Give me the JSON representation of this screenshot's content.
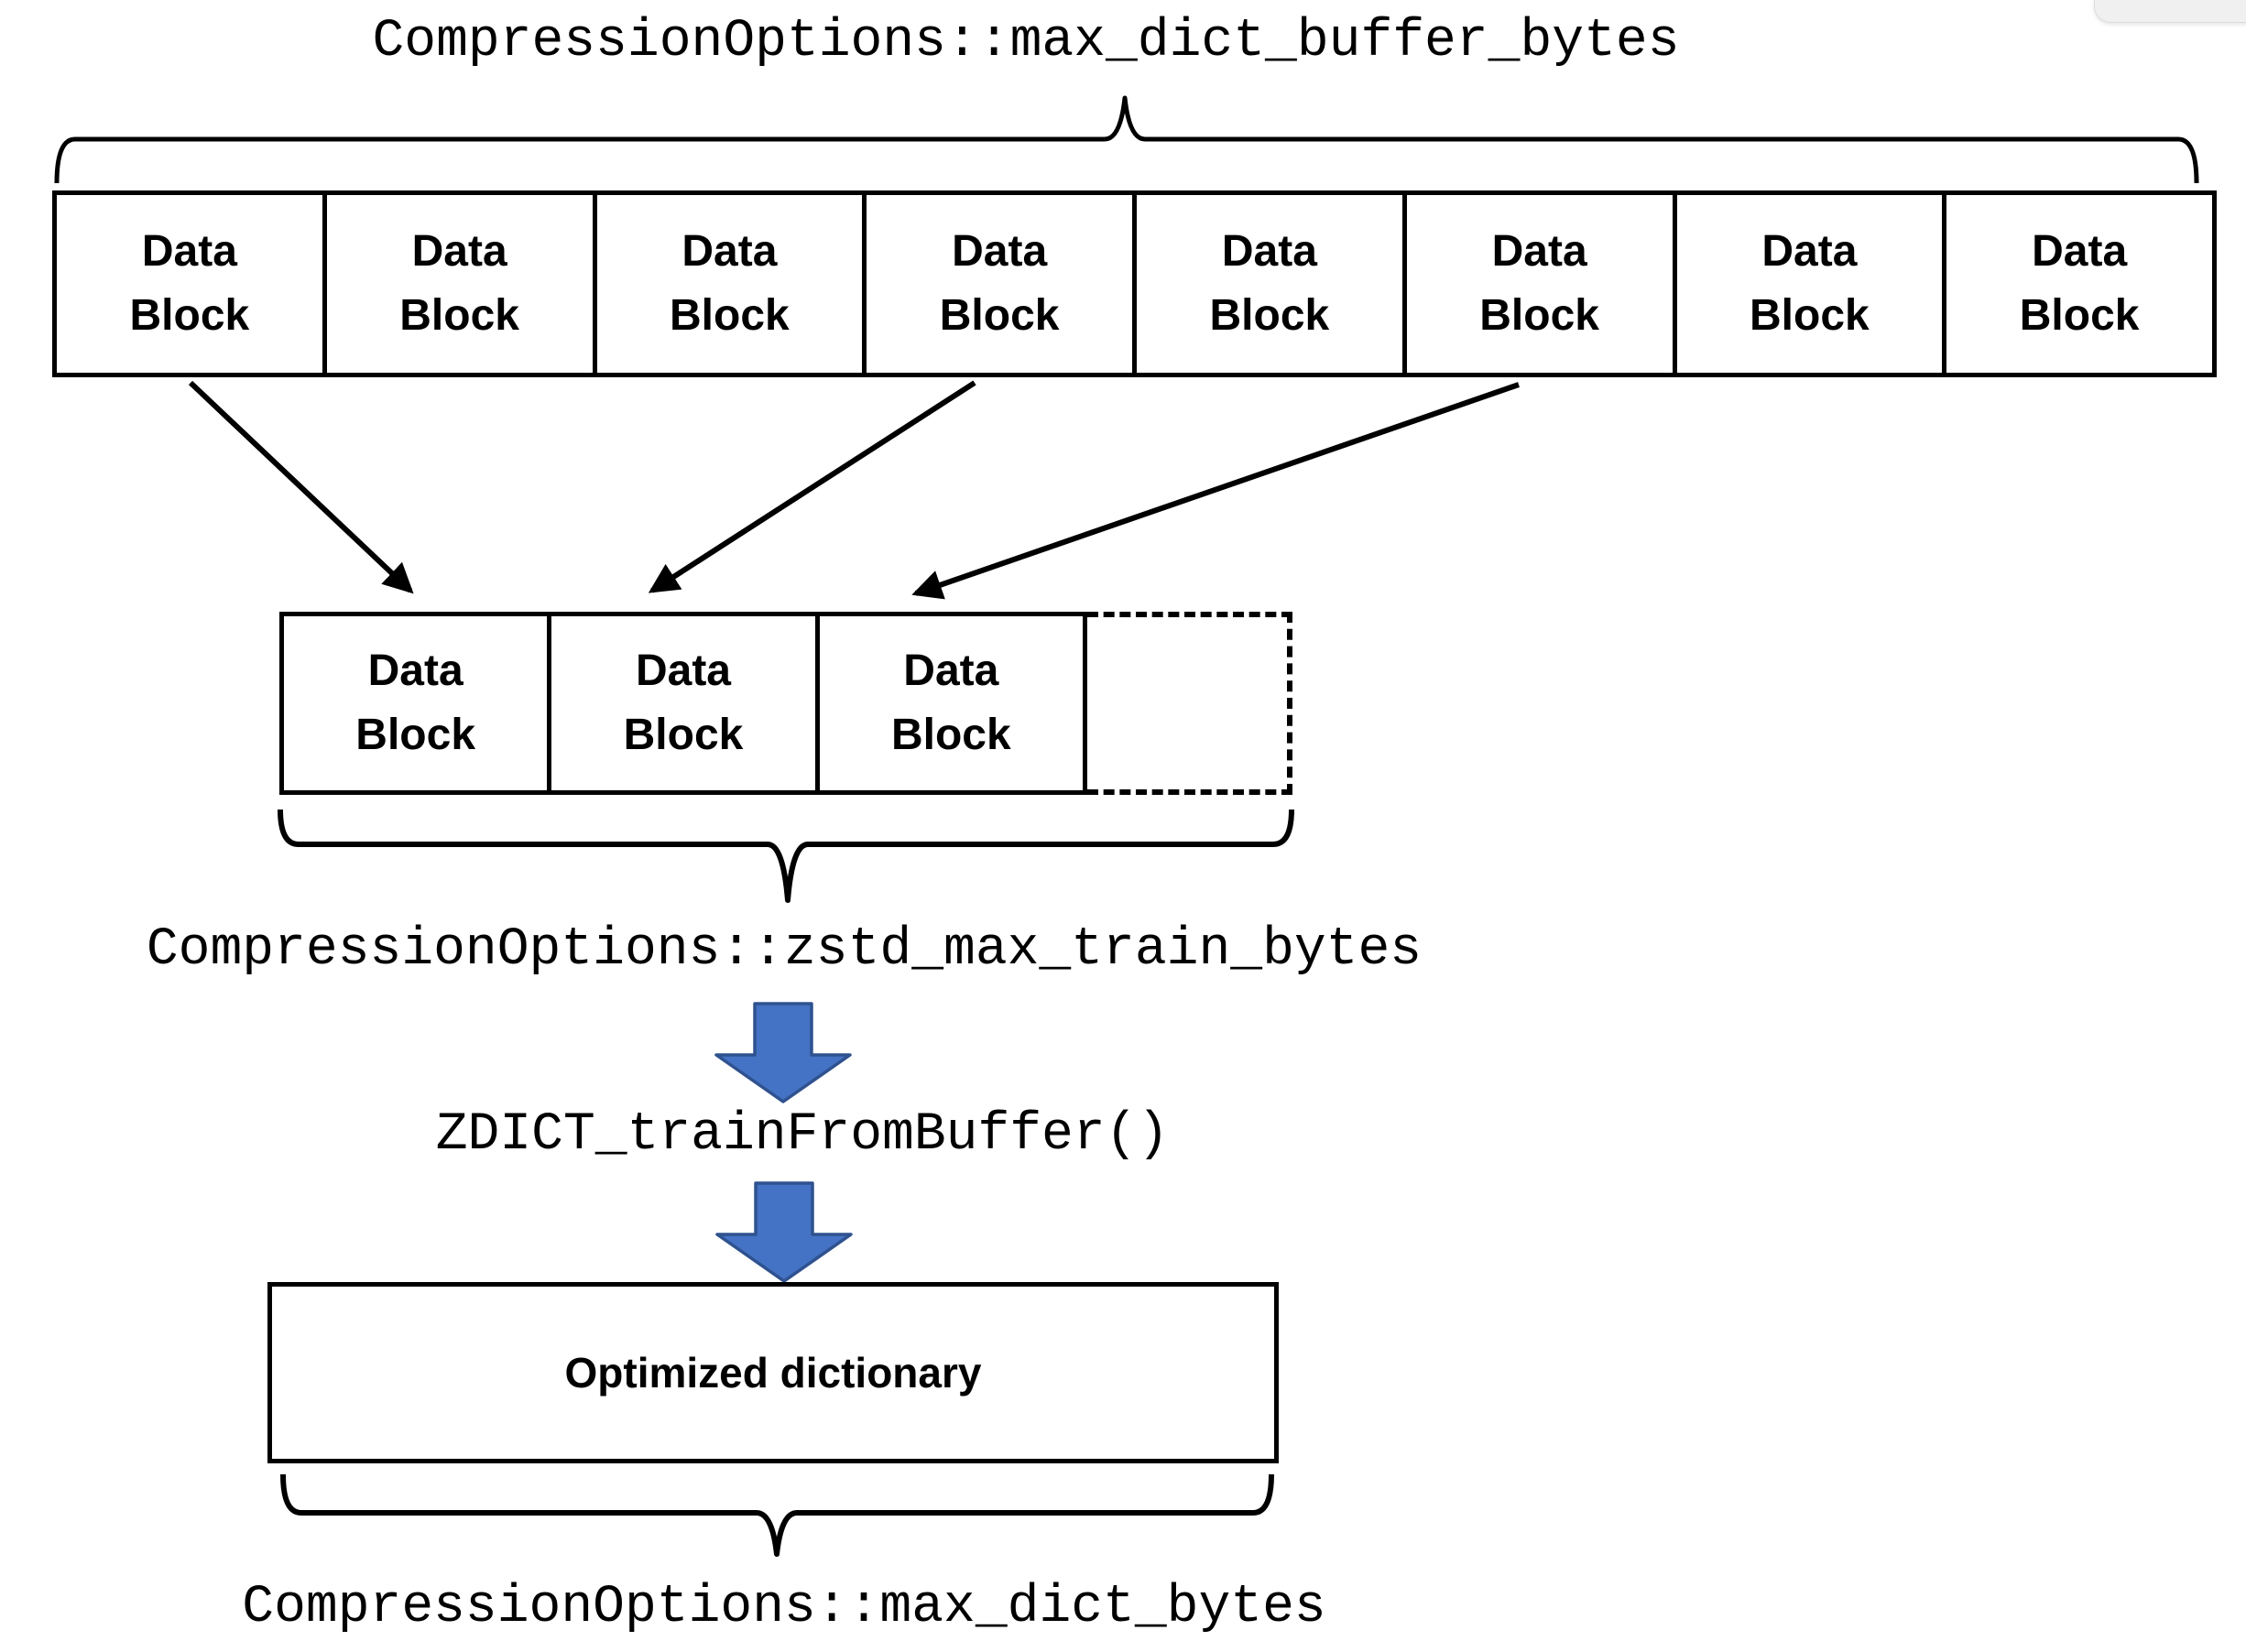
{
  "diagram": {
    "top_label": "CompressionOptions::max_dict_buffer_bytes",
    "buffer_row": {
      "blocks": [
        {
          "label": "Data\nBlock"
        },
        {
          "label": "Data\nBlock"
        },
        {
          "label": "Data\nBlock"
        },
        {
          "label": "Data\nBlock"
        },
        {
          "label": "Data\nBlock"
        },
        {
          "label": "Data\nBlock"
        },
        {
          "label": "Data\nBlock"
        },
        {
          "label": "Data\nBlock"
        }
      ]
    },
    "train_row": {
      "blocks": [
        {
          "label": "Data\nBlock"
        },
        {
          "label": "Data\nBlock"
        },
        {
          "label": "Data\nBlock"
        }
      ]
    },
    "train_label": "CompressionOptions::zstd_max_train_bytes",
    "function_label": "ZDICT_trainFromBuffer()",
    "dictionary_box_label": "Optimized dictionary",
    "dict_label": "CompressionOptions::max_dict_bytes"
  },
  "icons": {
    "down_arrow": "down-arrow-icon",
    "brace": "curly-brace",
    "black_arrow": "diagonal-arrow"
  },
  "colors": {
    "ink": "#000000",
    "background": "#ffffff",
    "arrow_fill": "#4472c4",
    "arrow_border": "#2f528f",
    "overlay_fill": "#f0f0f1",
    "overlay_border": "#dcdcdd"
  }
}
